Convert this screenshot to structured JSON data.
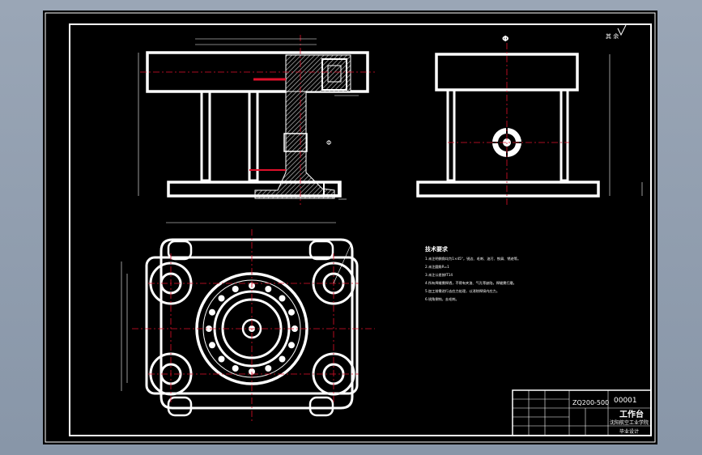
{
  "drawing": {
    "colors": {
      "line": "#ffffff",
      "center_line": "#e0102a",
      "hatch": "#a8a8a8",
      "background": "#000000"
    },
    "roughness_symbol": "其 余",
    "technical_requirements": {
      "title": "技术要求",
      "items": [
        "1.未注明倒角均为1×45°，锐边、毛刺、油污、铁屑、锈迹等。",
        "2.未注圆角R=1",
        "3.未注公差按IT14",
        "4.所有焊缝需焊透，不得有夹渣、气孔等缺陷，焊缝需打磨。",
        "5.加工前需进行去应力处理，以消除焊接内应力。",
        "6.锐角倒钝，去毛刺。"
      ]
    },
    "title_block": {
      "drawing_number": "ZQ200-500",
      "part_number": "00001",
      "part_name": "工作台",
      "company": "沈阳航空工业学院",
      "extra": "毕业设计"
    }
  }
}
